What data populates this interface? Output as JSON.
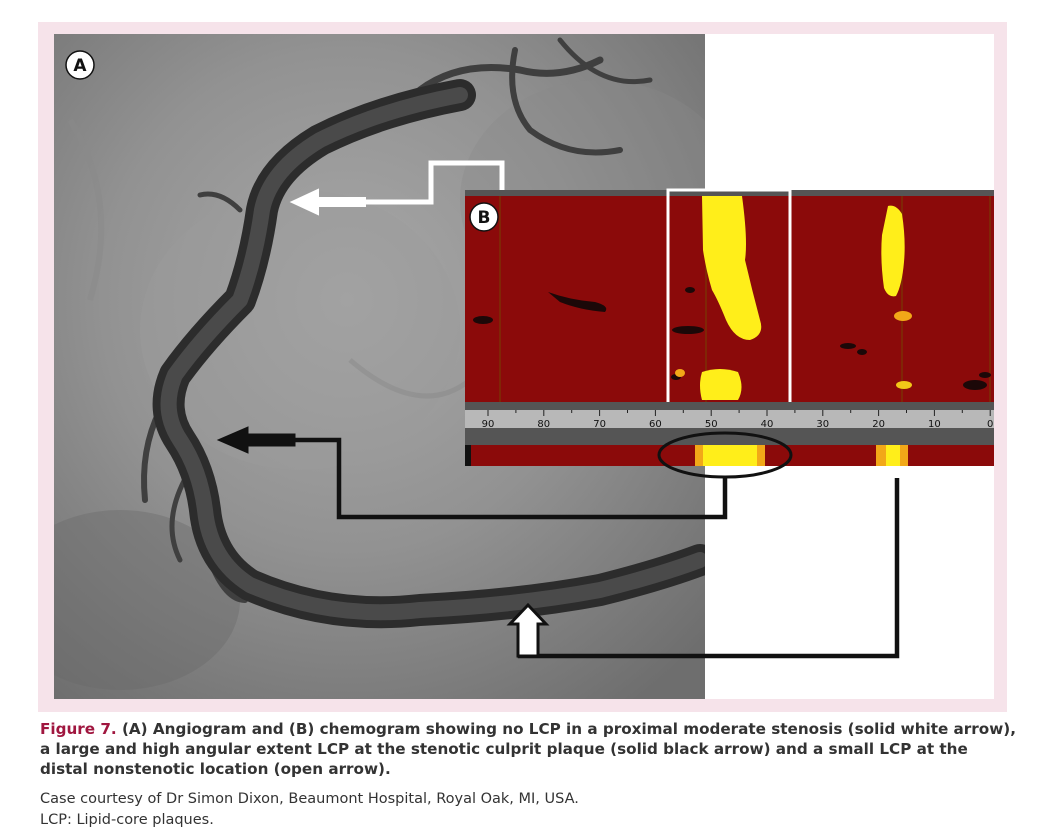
{
  "figure": {
    "panel_a_label": "A",
    "panel_b_label": "B",
    "scale_ticks": [
      "90",
      "80",
      "70",
      "60",
      "50",
      "40",
      "30",
      "20",
      "10",
      "0"
    ],
    "colors": {
      "frame": "#f6e3ea",
      "chemogram_background": "#8b0a0a",
      "lipid": "#ffee1a",
      "lipid_edge": "#f2a818",
      "scale_bar": "#555555"
    }
  },
  "caption": {
    "figure_number": "Figure 7.",
    "text": " (A) Angiogram and (B) chemogram showing no LCP in a proximal moderate stenosis (solid white arrow), a large and high angular extent LCP at the stenotic culprit plaque (solid black arrow) and a small LCP at the distal nonstenotic location (open arrow).",
    "credit": "Case courtesy of Dr Simon Dixon, Beaumont Hospital, Royal Oak, MI, USA.",
    "abbreviation": "LCP: Lipid-core plaques."
  }
}
